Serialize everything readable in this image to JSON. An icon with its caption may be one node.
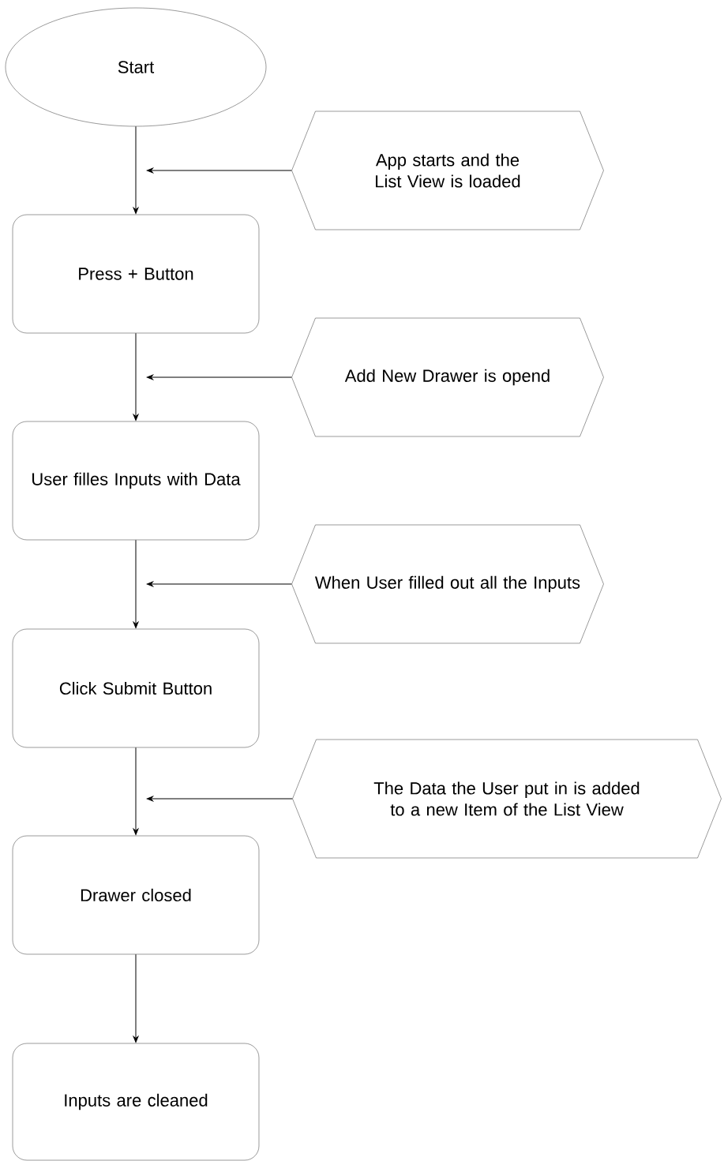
{
  "diagram": {
    "nodes": [
      {
        "text": [
          "Start"
        ]
      },
      {
        "text": [
          "App starts and the List View is loaded"
        ]
      },
      {
        "text": [
          "Press + Button"
        ]
      },
      {
        "text": [
          "Add New Drawer is opend"
        ]
      },
      {
        "text": [
          "User filles Inputs with Data"
        ]
      },
      {
        "text": [
          "When User filled out all the Inputs"
        ]
      },
      {
        "text": [
          "Click Submit Button"
        ]
      },
      {
        "text": [
          "The Data the User put in is added to a new Item of the List View"
        ]
      },
      {
        "text": [
          "Drawer closed"
        ]
      },
      {
        "text": [
          "Inputs are cleaned"
        ]
      }
    ],
    "edges": [
      {
        "from": 0,
        "to": 2,
        "arrow": "to"
      },
      {
        "from": 1,
        "to": null,
        "arrow": "to"
      },
      {
        "from": 2,
        "to": 4,
        "arrow": "to"
      },
      {
        "from": 3,
        "to": null,
        "arrow": "to"
      },
      {
        "from": 4,
        "to": 6,
        "arrow": "to"
      },
      {
        "from": 5,
        "to": null,
        "arrow": "to"
      },
      {
        "from": 6,
        "to": 8,
        "arrow": "to"
      },
      {
        "from": 7,
        "to": null,
        "arrow": "to"
      },
      {
        "from": 8,
        "to": 9,
        "arrow": "to"
      }
    ]
  }
}
